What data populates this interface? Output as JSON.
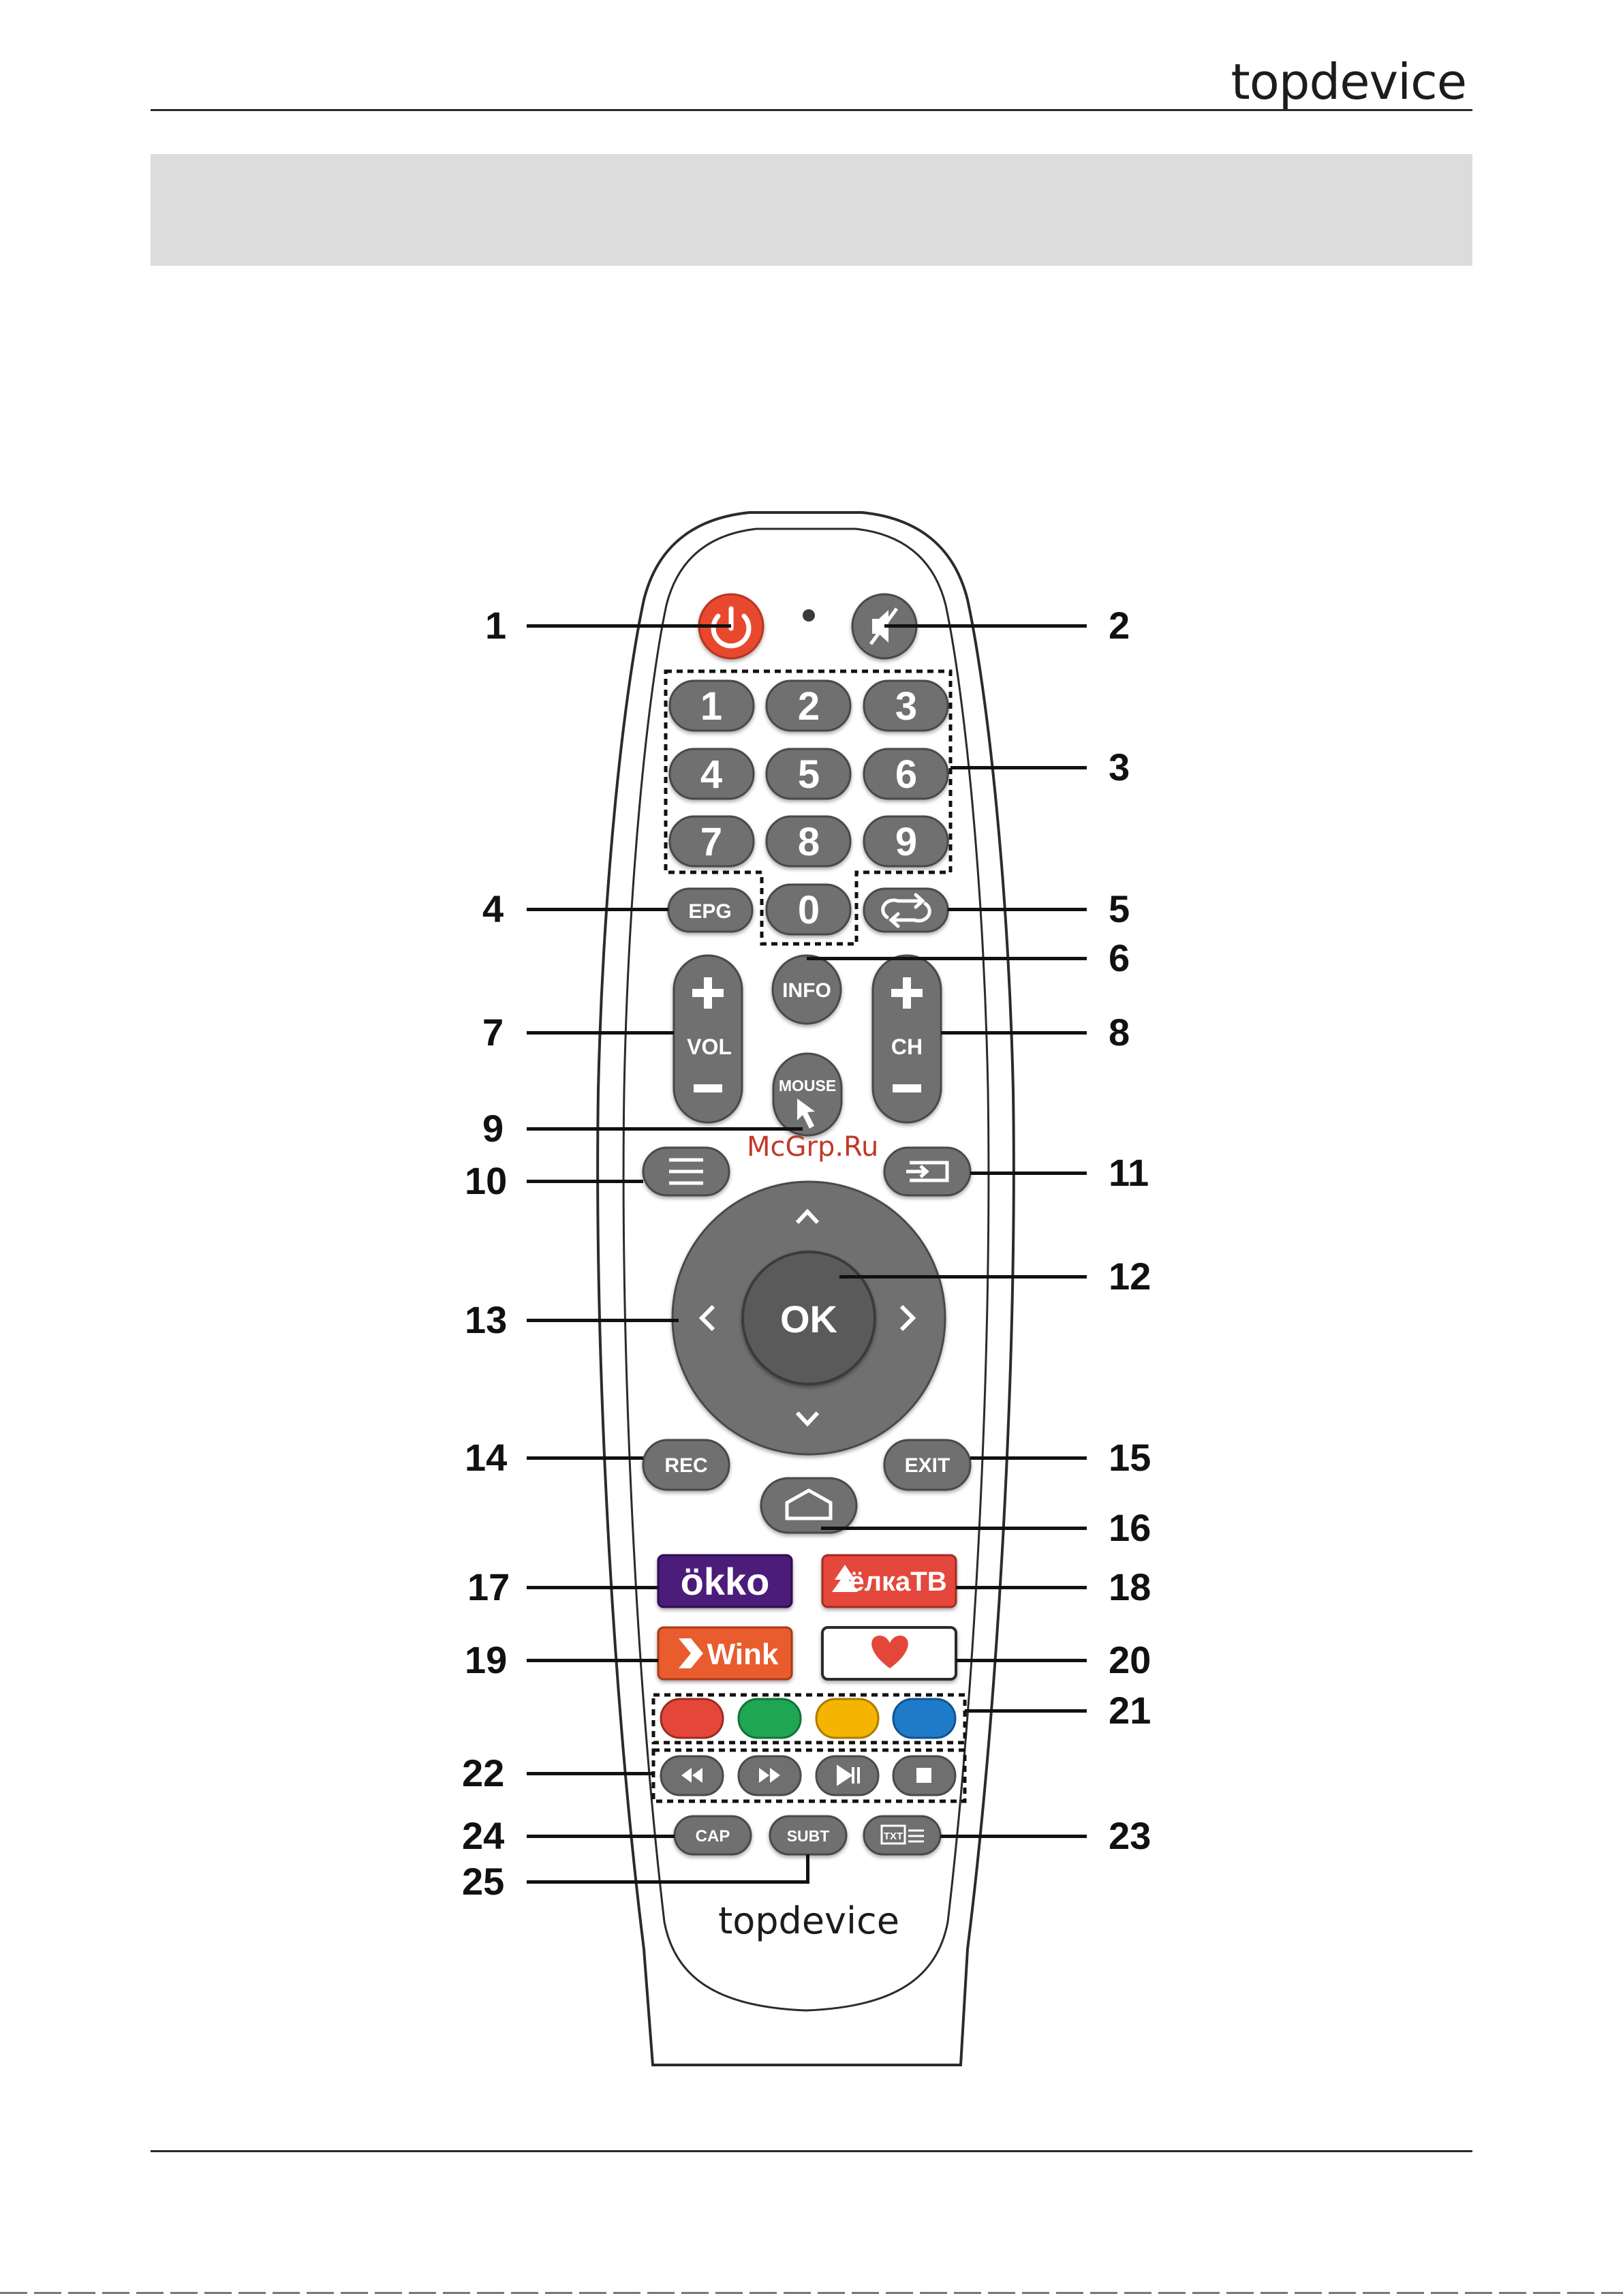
{
  "header": {
    "brand": "topdevice"
  },
  "watermark": "McGrp.Ru",
  "remote": {
    "buttons": {
      "digits": [
        "1",
        "2",
        "3",
        "4",
        "5",
        "6",
        "7",
        "8",
        "9",
        "0"
      ],
      "epg": "EPG",
      "info": "INFO",
      "vol": "VOL",
      "ch": "CH",
      "mouse": "MOUSE",
      "ok": "OK",
      "rec": "REC",
      "exit": "EXIT",
      "okko": "ökko",
      "elka": "ёлкаТВ",
      "wink": "Wink",
      "cap": "CAP",
      "subt": "SUBT",
      "txt": "TXT"
    },
    "logo": "topdevice"
  },
  "callouts": [
    "1",
    "2",
    "3",
    "4",
    "5",
    "6",
    "7",
    "8",
    "9",
    "10",
    "11",
    "12",
    "13",
    "14",
    "15",
    "16",
    "17",
    "18",
    "19",
    "20",
    "21",
    "22",
    "23",
    "24",
    "25"
  ],
  "colors": {
    "power": "#e8482f",
    "button": "#6f6f6f",
    "okko": "#4b1f7a",
    "elka": "#e4473a",
    "wink": "#e85b2e",
    "red": "#e4473a",
    "green": "#1fa652",
    "yellow": "#f5b400",
    "blue": "#1f7ac9"
  }
}
